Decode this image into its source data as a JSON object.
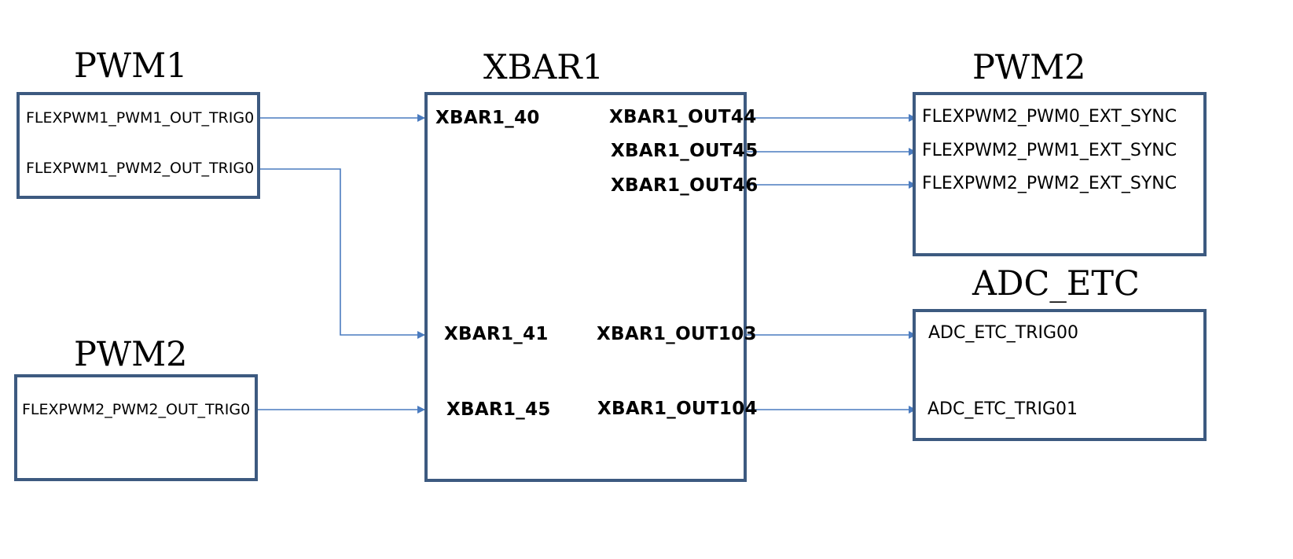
{
  "colors": {
    "box_border": "#3d5a80",
    "wire": "#4a7bbf"
  },
  "blocks": {
    "pwm1": {
      "title": "PWM1",
      "outputs": [
        "FLEXPWM1_PWM1_OUT_TRIG0",
        "FLEXPWM1_PWM2_OUT_TRIG0"
      ]
    },
    "pwm2_src": {
      "title": "PWM2",
      "outputs": [
        "FLEXPWM2_PWM2_OUT_TRIG0"
      ]
    },
    "xbar1": {
      "title": "XBAR1",
      "inputs": [
        "XBAR1_40",
        "XBAR1_41",
        "XBAR1_45"
      ],
      "outputs": [
        "XBAR1_OUT44",
        "XBAR1_OUT45",
        "XBAR1_OUT46",
        "XBAR1_OUT103",
        "XBAR1_OUT104"
      ]
    },
    "pwm2_dst": {
      "title": "PWM2",
      "inputs": [
        "FLEXPWM2_PWM0_EXT_SYNC",
        "FLEXPWM2_PWM1_EXT_SYNC",
        "FLEXPWM2_PWM2_EXT_SYNC"
      ]
    },
    "adc_etc": {
      "title": "ADC_ETC",
      "inputs": [
        "ADC_ETC_TRIG00",
        "ADC_ETC_TRIG01"
      ]
    }
  }
}
